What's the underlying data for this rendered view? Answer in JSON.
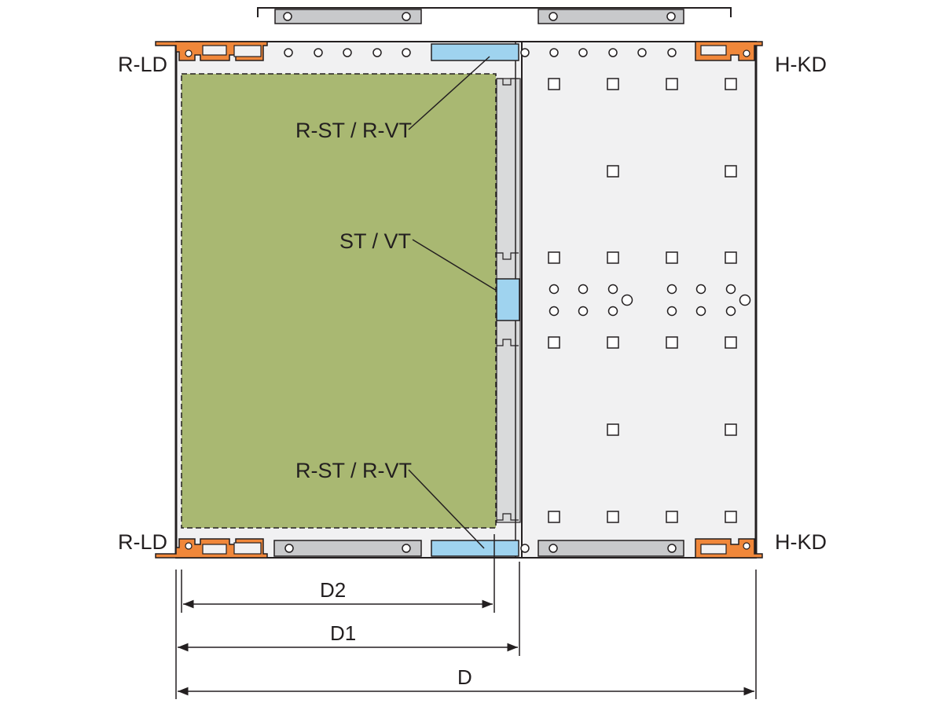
{
  "labels": {
    "left_top": "R-LD",
    "left_bottom": "R-LD",
    "right_top": "H-KD",
    "right_bottom": "H-KD",
    "callout_top": "R-ST / R-VT",
    "callout_middle": "ST / VT",
    "callout_bottom": "R-ST / R-VT"
  },
  "dimensions": {
    "d2": "D2",
    "d1": "D1",
    "d": "D"
  },
  "colors": {
    "board": "#a9b872",
    "panel": "#f1f1f2",
    "rail": "#c8c9cb",
    "highlight": "#9fd3ef",
    "profile": "#f0873a",
    "stroke": "#231f20"
  }
}
